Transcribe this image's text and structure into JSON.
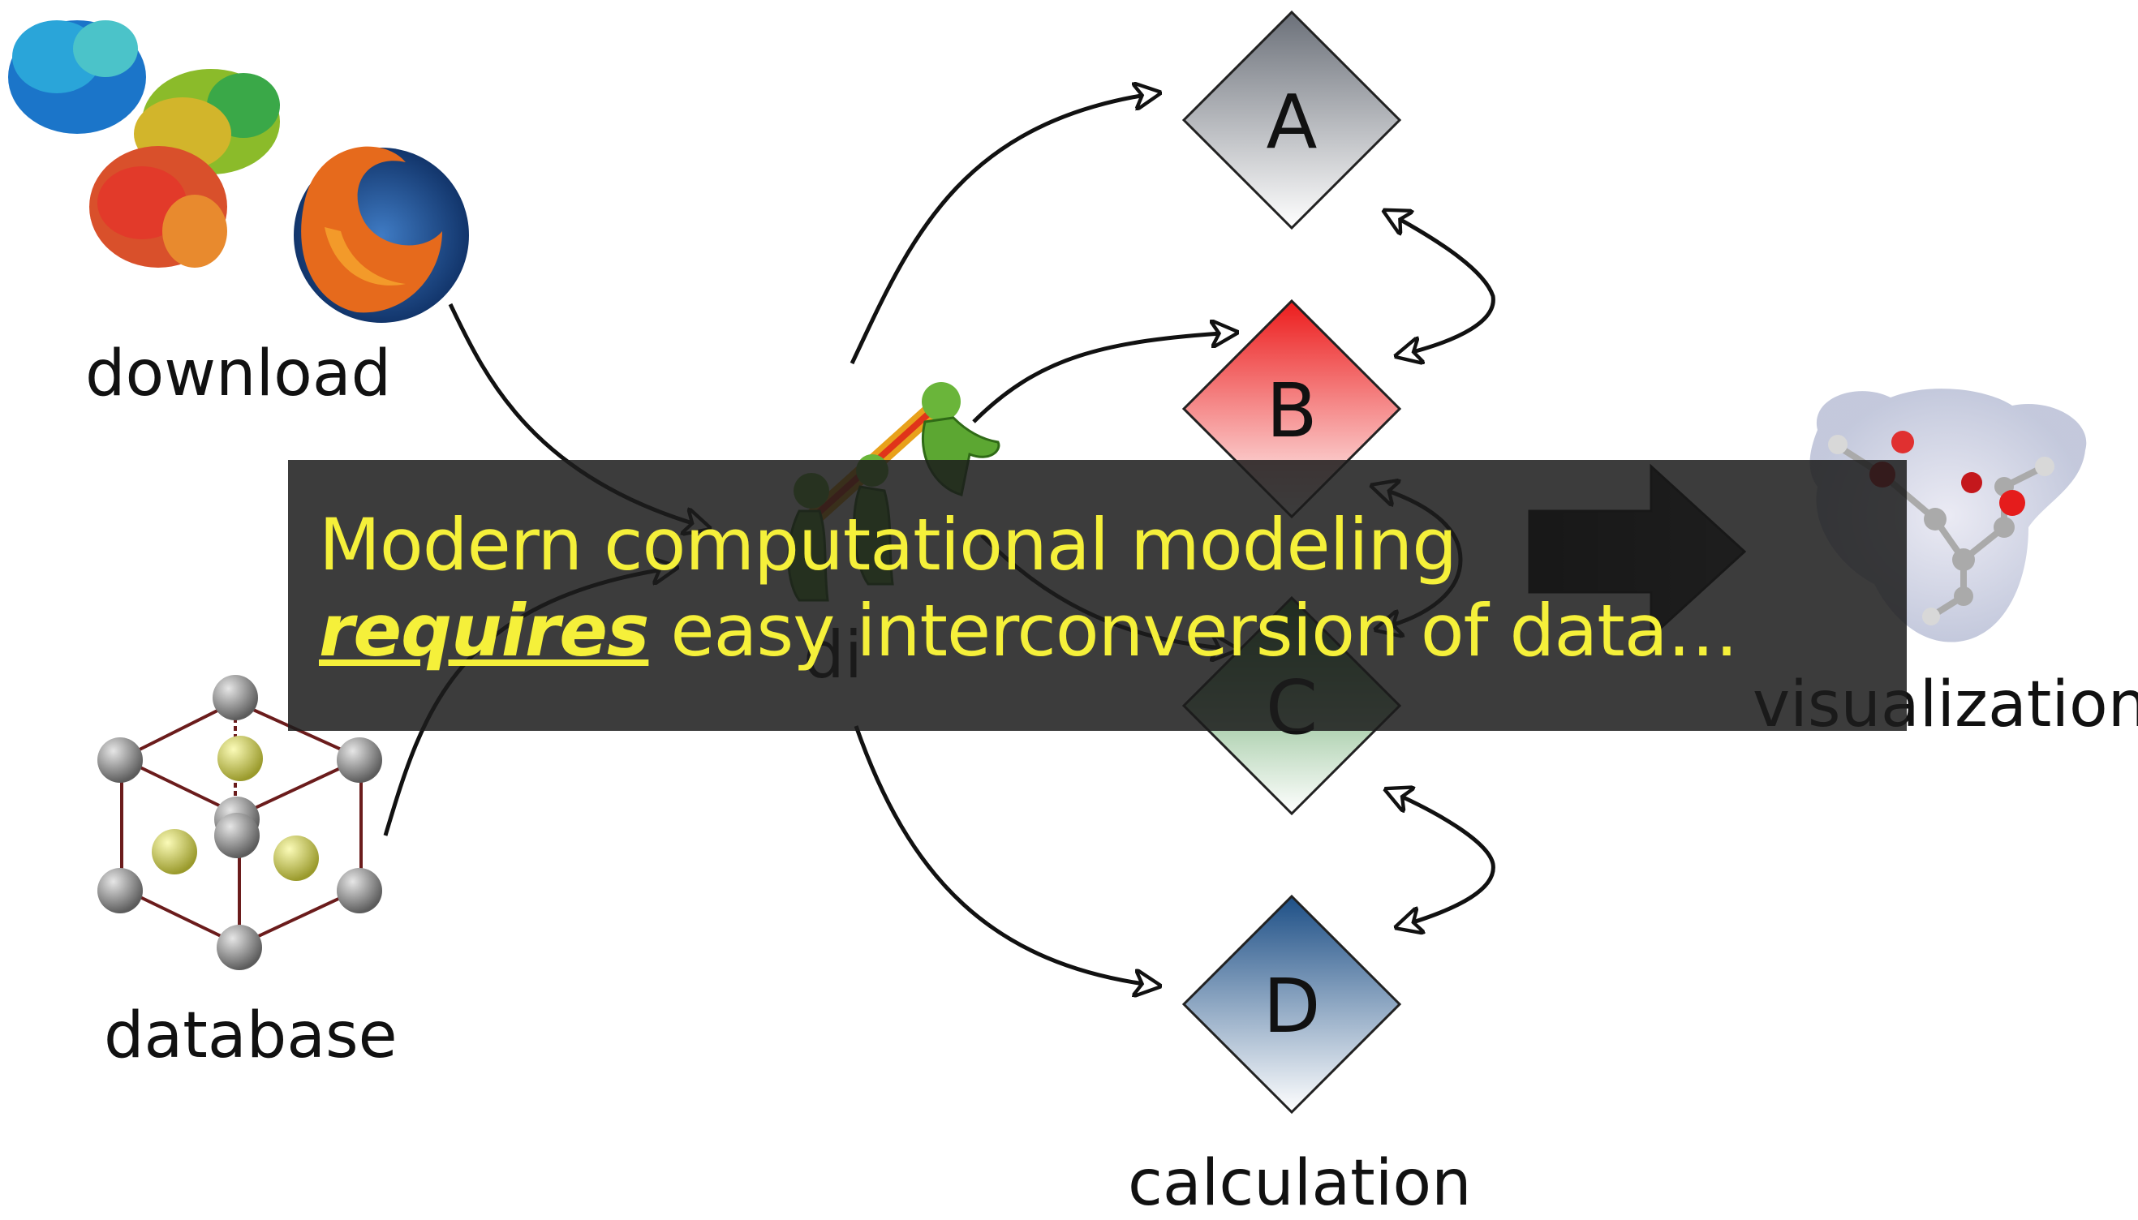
{
  "labels": {
    "download": "download",
    "database": "database",
    "visualization": "visualization",
    "calculation": "calculation"
  },
  "nodes": [
    {
      "letter": "A",
      "color": "#8a8f98"
    },
    {
      "letter": "B",
      "color": "#ef2b2b"
    },
    {
      "letter": "C",
      "color": "#4f9a52"
    },
    {
      "letter": "D",
      "color": "#2f5f93"
    }
  ],
  "hub_text_fragment": "di",
  "banner": {
    "line1": "Modern computational modeling",
    "line2_emphasis": "requires",
    "line2_rest": " easy interconversion of data…"
  },
  "icons": [
    "protein-surface-icon",
    "firefox-icon",
    "crystal-lattice-icon",
    "openbabel-hub-icon",
    "molecule-visualization-icon"
  ]
}
